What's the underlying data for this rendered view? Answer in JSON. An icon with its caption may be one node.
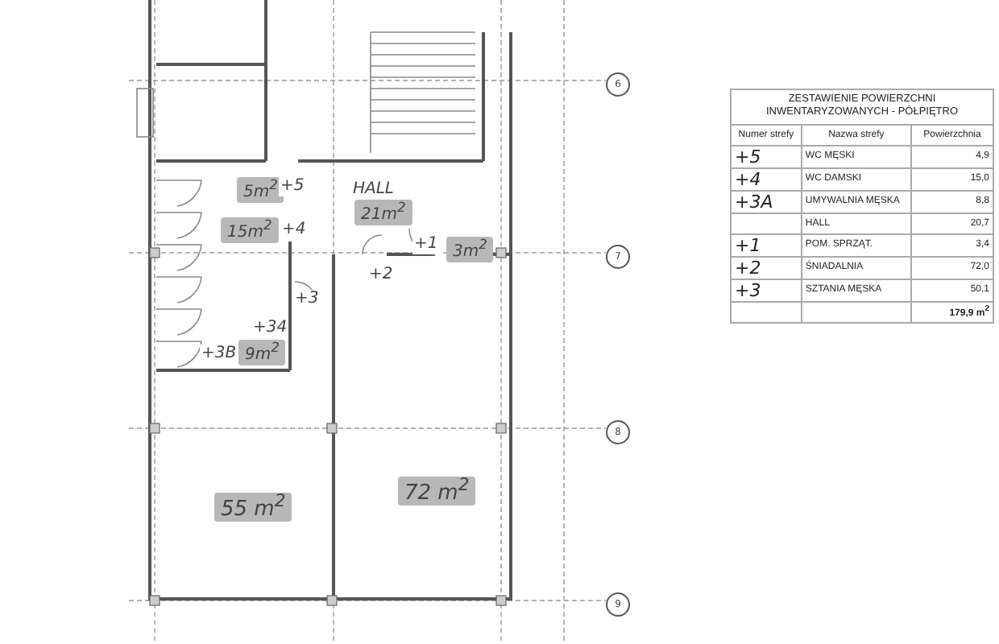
{
  "diagram": {
    "labels": [
      "6",
      "5m$^{2}$",
      "+5",
      "HALL",
      "21m$^{2}$",
      "15m$^{2}$",
      "+4",
      "+1",
      "3m$^{2}$",
      "7",
      "+2",
      "+3",
      "+34",
      "+3B",
      "9m$^{2}$",
      "8",
      "72 m$^{2}$",
      "55 m$^{2}$",
      "9",
      "ZESTAWIENIE POWIERZCHNI INWENTARYZOWANYCH - PÓŁPIĘTRO",
      "Numer strefy",
      "Nazwa strefy",
      "Powierzchnia",
      "+5",
      "WC MĘSKI",
      "4,9",
      "+4",
      "WC DAMSKI",
      "15,0",
      "+3A",
      "UMYWALNIA MĘSKA",
      "8,8",
      "HALL",
      "20,7",
      "+1",
      "POM. SPRZĄT.",
      "3,4",
      "+2",
      "ŚNIADALNIA",
      "72,0",
      "+3",
      "SZTANIA MĘSKA",
      "50,1",
      "179,9 m$^{2}$"
    ]
  }
}
